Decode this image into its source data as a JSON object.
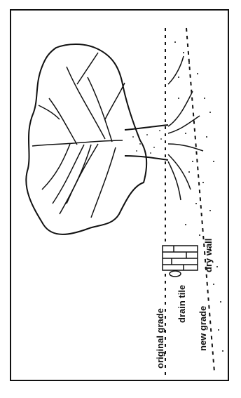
{
  "labels": {
    "original_grade": "original grade",
    "drain_tile": "drain tile",
    "new_grade": "new grade",
    "dry_wall": "dry wall"
  },
  "colors": {
    "ink": "#111111",
    "background": "#ffffff"
  }
}
